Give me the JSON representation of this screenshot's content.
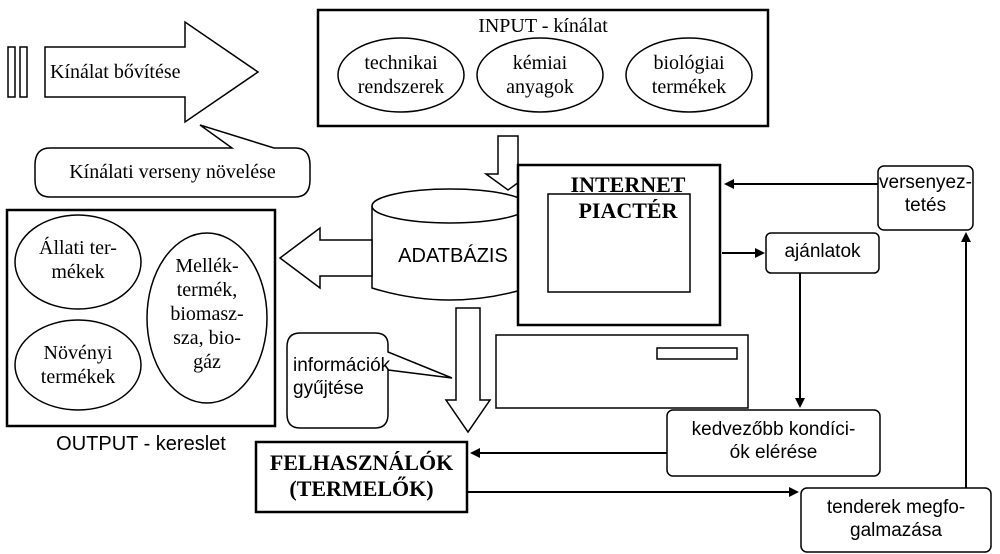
{
  "input": {
    "title": "INPUT - kínálat",
    "items": [
      "technikai\nrendszerek",
      "kémiai\nanyagok",
      "biológiai\ntermékek"
    ]
  },
  "offer_expansion": "Kínálat bővítése",
  "competition_increase": "Kínálati verseny növelése",
  "database": "ADATBÁZIS",
  "internet": "INTERNET\nPIACTÉR",
  "competition": "versenyez-\ntetés",
  "offers": "ajánlatok",
  "output": {
    "title": "OUTPUT - kereslet",
    "animal": "Állati ter-\nmékek",
    "plant": "Növényi\ntermékek",
    "byproduct": "Mellék-\ntermék,\nbiomasz-\nsza, bio-\ngáz"
  },
  "info_collect": "információk\ngyűjtése",
  "better_conditions": "kedvezőbb kondíci-\nók elérése",
  "users": "FELHASZNÁLÓK\n(TERMELŐK)",
  "tenders": "tenderek megfo-\ngalmazása"
}
